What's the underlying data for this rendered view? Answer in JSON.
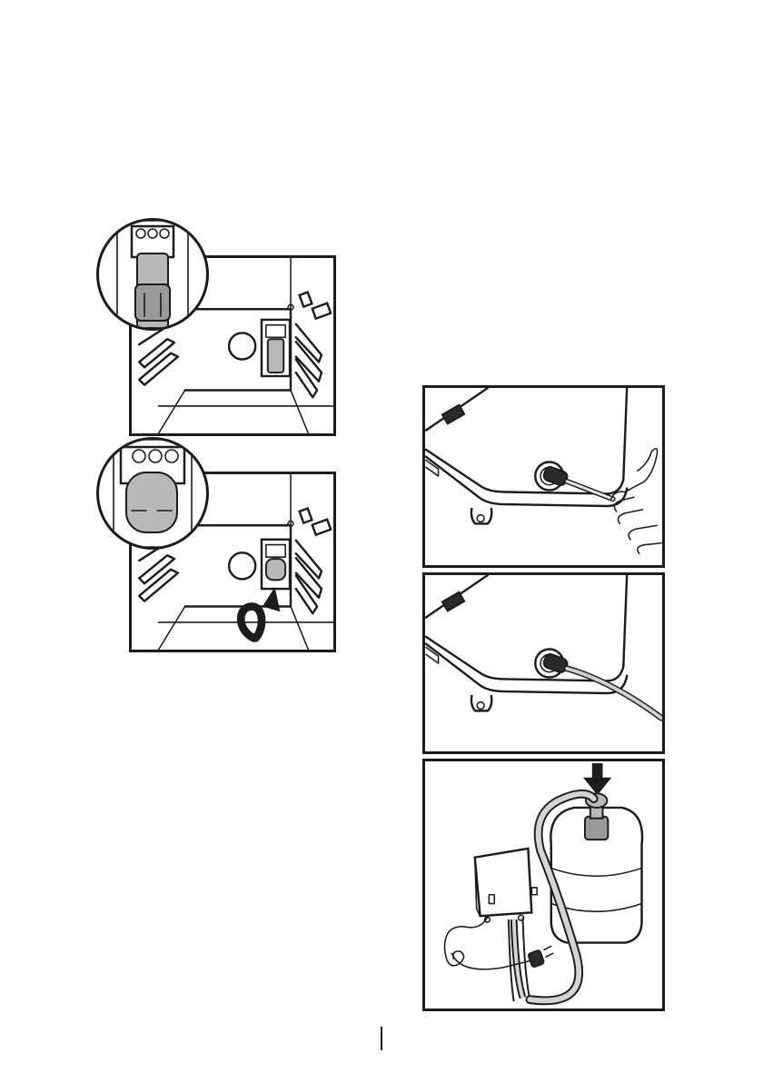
{
  "figures": {
    "filter_installed": {
      "zoom_icon": "magnifier-circle",
      "part": "water-filter"
    },
    "filter_turned": {
      "zoom_icon": "magnifier-circle",
      "action_icon": "rotate-arrow"
    },
    "hose_insert": {
      "parts": [
        "pump-unit",
        "hose-connector",
        "hand"
      ]
    },
    "hose_connected": {
      "parts": [
        "pump-unit",
        "hose-connector",
        "hose"
      ]
    },
    "bottle_setup": {
      "parts": [
        "water-bottle",
        "pump-unit",
        "power-plug",
        "hose"
      ],
      "action_icon": "press-down-arrow"
    }
  },
  "colors": {
    "line": "#1c1c1c",
    "fill_gray": "#b8b8b8",
    "background": "#ffffff"
  }
}
